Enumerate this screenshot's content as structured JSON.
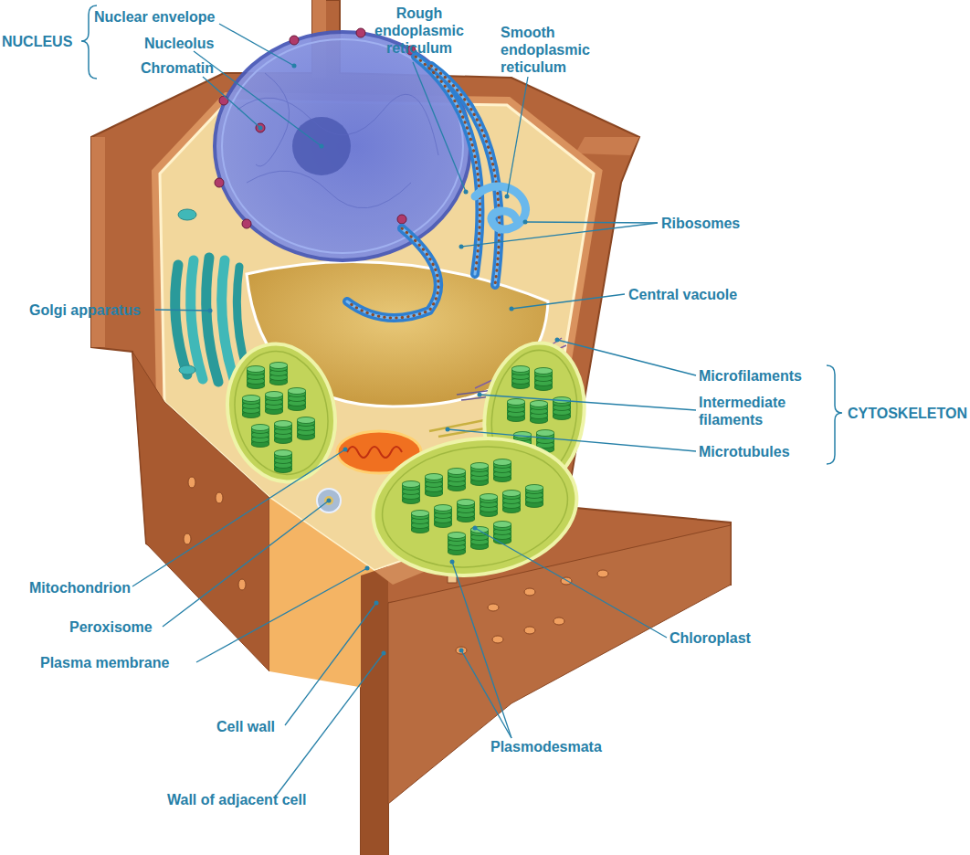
{
  "diagram": {
    "labels": [
      "NUCLEUS",
      "Nuclear envelope",
      "Nucleolus",
      "Chromatin",
      "Rough endoplasmic reticulum",
      "Smooth endoplasmic reticulum",
      "Ribosomes",
      "Golgi apparatus",
      "Central vacuole",
      "Microfilaments",
      "Intermediate filaments",
      "CYTOSKELETON",
      "Microtubules",
      "Mitochondrion",
      "Peroxisome",
      "Plasma membrane",
      "Chloroplast",
      "Cell wall",
      "Plasmodesmata",
      "Wall of adjacent cell"
    ]
  }
}
